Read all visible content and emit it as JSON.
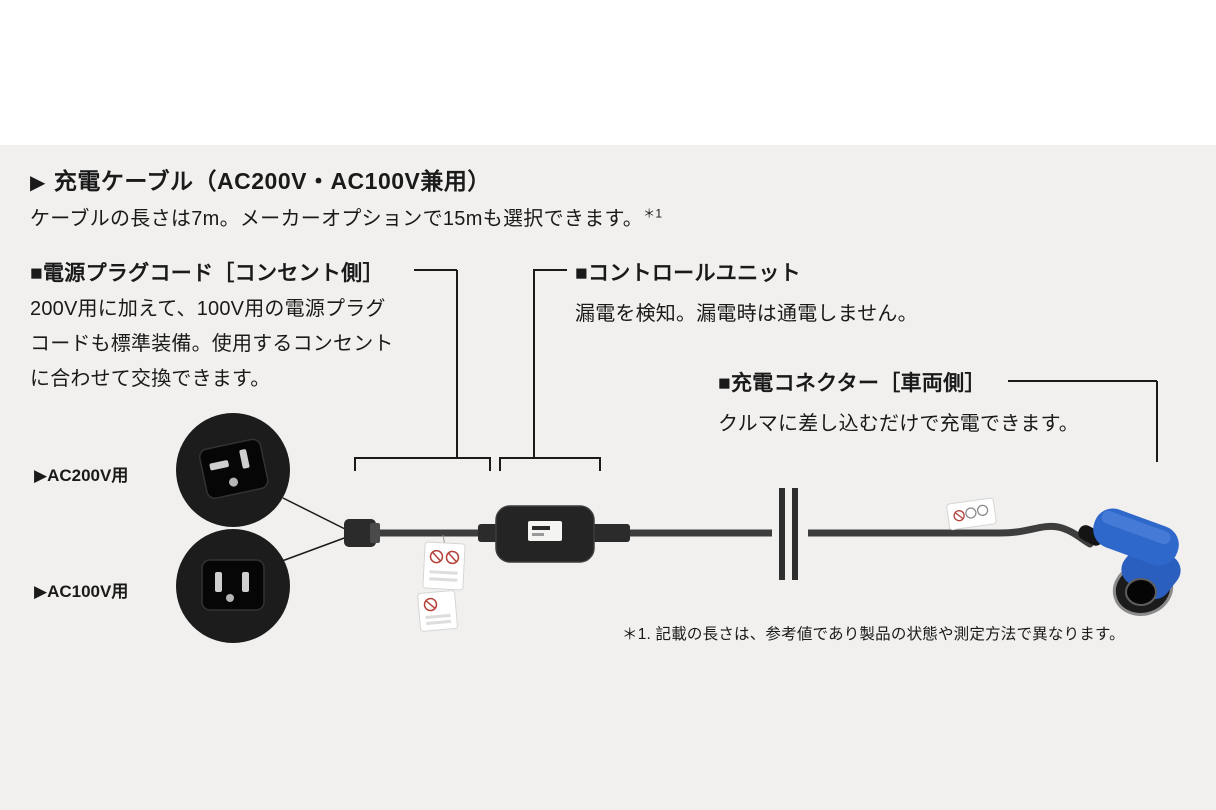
{
  "colors": {
    "panel_bg": "#f1f0ee",
    "page_bg": "#ffffff",
    "text": "#1a1a1a",
    "cable": "#3d3d3d",
    "control_unit": "#242424",
    "connector_blue": "#2e68ca"
  },
  "title": {
    "marker": "▶",
    "text": "充電ケーブル（AC200V・AC100V兼用）"
  },
  "subtitle": {
    "text": "ケーブルの長さは7m。メーカーオプションで15mも選択できます。",
    "footnote_ref": "＊1"
  },
  "sections": {
    "plug_cord": {
      "heading": "■電源プラグコード［コンセント側］",
      "body_lines": [
        "200V用に加えて、100V用の電源プラグ",
        "コードも標準装備。使用するコンセント",
        "に合わせて交換できます。"
      ]
    },
    "control_unit": {
      "heading": "■コントロールユニット",
      "body": "漏電を検知。漏電時は通電しません。"
    },
    "connector": {
      "heading": "■充電コネクター［車両側］",
      "body": "クルマに差し込むだけで充電できます。"
    }
  },
  "plug_labels": {
    "ac200v": "▶AC200V用",
    "ac100v": "▶AC100V用"
  },
  "footnote": "＊1. 記載の長さは、参考値であり製品の状態や測定方法で異なります。"
}
